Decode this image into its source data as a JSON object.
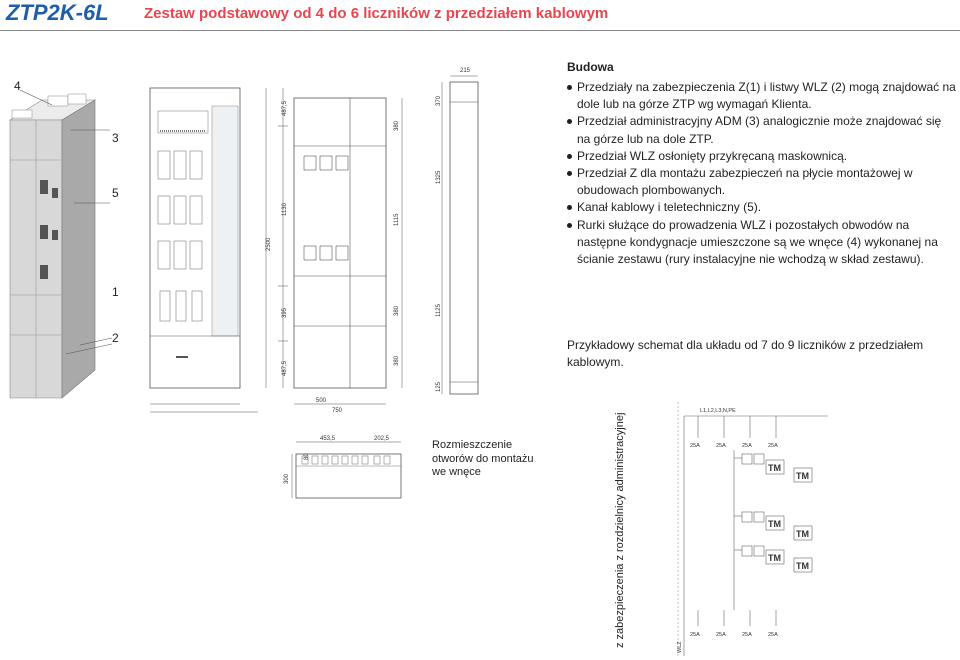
{
  "header": {
    "product_code": "ZTP2K-6L",
    "title": "Zestaw podstawowy od 4 do 6 liczników z przedziałem kablowym"
  },
  "callouts": [
    "4",
    "3",
    "5",
    "1",
    "2"
  ],
  "dimensions": {
    "front_top": "487,5",
    "front_mid": "1130",
    "front_low": "395",
    "front_bottom": "487,5",
    "total_height": "2500",
    "door_top": "380",
    "door_mid": "1115",
    "door_low": "380",
    "door_bottom": "380",
    "width_inner": "500",
    "width_total": "750",
    "side_depth": "215",
    "side_top": "370",
    "side_mid": "1325",
    "side_low": "1125",
    "side_bottom": "125",
    "holes_w1": "453,5",
    "holes_w2": "202,5",
    "holes_h1": "80",
    "holes_h2": "300"
  },
  "budowa": {
    "heading": "Budowa",
    "items": [
      "Przedziały na zabezpieczenia Z(1) i listwy WLZ (2) mogą znajdować na dole lub na górze ZTP wg wymagań Klienta.",
      "Przedział administracyjny ADM (3) analogicznie może znajdować się na górze lub na dole ZTP.",
      "Przedział WLZ osłonięty przykręcaną maskownicą.",
      "Przedział Z dla montażu zabezpieczeń na płycie montażowej w obudowach plombowanych.",
      "Kanał kablowy i teletechniczny (5).",
      "Rurki służące do prowadzenia WLZ i pozostałych obwodów na następne kondygnacje umieszczone są we wnęce (4) wykonanej na ścianie zestawu (rury instalacyjne nie wchodzą w skład zestawu)."
    ]
  },
  "example_text": "Przykładowy schemat dla układu od 7 do 9 liczników z przedziałem kablowym.",
  "holes_caption": "Rozmieszczenie otworów do montażu we wnęce",
  "schematic": {
    "bus_label": "L1,L2,L3,N,PE",
    "fuse_label": "25A",
    "meter_label": "TM",
    "wlz_label": "WLZ",
    "vertical_label": "z zabezpieczenia z rozdzielnicy administracyjnej"
  }
}
